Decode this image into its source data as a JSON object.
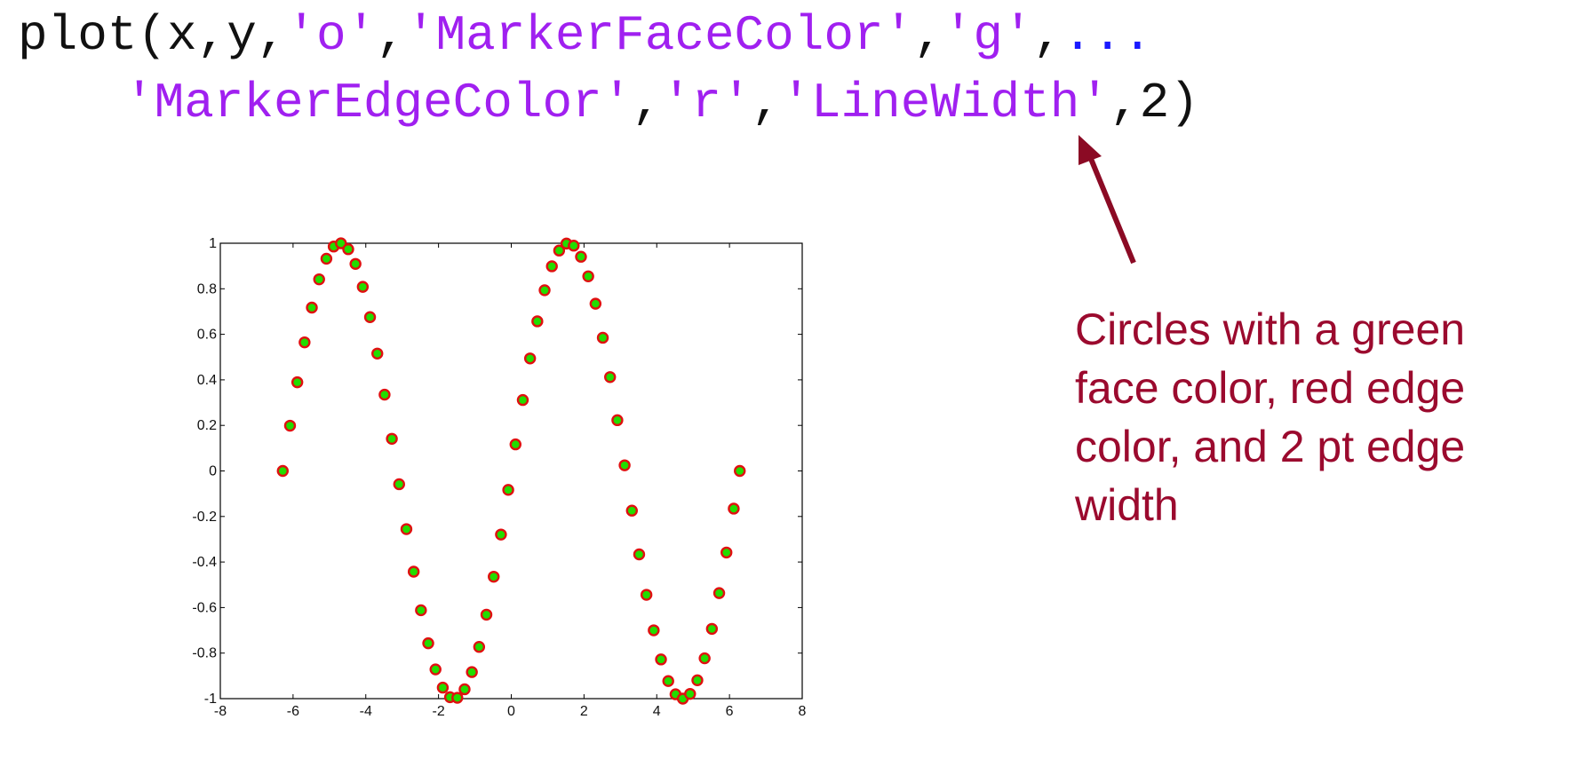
{
  "code": {
    "line1": [
      {
        "text": "plot(x,y,",
        "color": "#111111"
      },
      {
        "text": "'o'",
        "color": "#a020f0"
      },
      {
        "text": ",",
        "color": "#111111"
      },
      {
        "text": "'MarkerFaceColor'",
        "color": "#a020f0"
      },
      {
        "text": ",",
        "color": "#111111"
      },
      {
        "text": "'g'",
        "color": "#a020f0"
      },
      {
        "text": ",",
        "color": "#111111"
      },
      {
        "text": "...",
        "color": "#1a1aff"
      }
    ],
    "line2": [
      {
        "text": "'MarkerEdgeColor'",
        "color": "#a020f0"
      },
      {
        "text": ",",
        "color": "#111111"
      },
      {
        "text": "'r'",
        "color": "#a020f0"
      },
      {
        "text": ",",
        "color": "#111111"
      },
      {
        "text": "'LineWidth'",
        "color": "#a020f0"
      },
      {
        "text": ",2)",
        "color": "#111111"
      }
    ]
  },
  "callout": {
    "text": "Circles with a green face color, red edge color, and 2 pt edge width",
    "color": "#9b0a2e"
  },
  "chart_data": {
    "type": "scatter",
    "x": [
      -6.2832,
      -6.0832,
      -5.8832,
      -5.6832,
      -5.4832,
      -5.2832,
      -5.0832,
      -4.8832,
      -4.6832,
      -4.4832,
      -4.2832,
      -4.0832,
      -3.8832,
      -3.6832,
      -3.4832,
      -3.2832,
      -3.0832,
      -2.8832,
      -2.6832,
      -2.4832,
      -2.2832,
      -2.0832,
      -1.8832,
      -1.6832,
      -1.4832,
      -1.2832,
      -1.0832,
      -0.8832,
      -0.6832,
      -0.4832,
      -0.2832,
      -0.0832,
      0.1168,
      0.3168,
      0.5168,
      0.7168,
      0.9168,
      1.1168,
      1.3168,
      1.5168,
      1.7168,
      1.9168,
      2.1168,
      2.3168,
      2.5168,
      2.7168,
      2.9168,
      3.1168,
      3.3168,
      3.5168,
      3.7168,
      3.9168,
      4.1168,
      4.3168,
      4.5168,
      4.7168,
      4.9168,
      5.1168,
      5.3168,
      5.5168,
      5.7168,
      5.9168,
      6.1168,
      6.2832
    ],
    "y": "sin(x)",
    "xlim": [
      -8,
      8
    ],
    "ylim": [
      -1,
      1
    ],
    "xticks": [
      "-8",
      "-6",
      "-4",
      "-2",
      "0",
      "2",
      "4",
      "6",
      "8"
    ],
    "yticks": [
      "1",
      "0.8",
      "0.6",
      "0.4",
      "0.2",
      "0",
      "-0.2",
      "-0.4",
      "-0.6",
      "-0.8",
      "-1"
    ],
    "marker": "circle",
    "marker_face_color": "#22dd00",
    "marker_edge_color": "#e01010",
    "edge_width_pt": 2,
    "grid": false
  },
  "arrow": {
    "color": "#8b0a24"
  }
}
